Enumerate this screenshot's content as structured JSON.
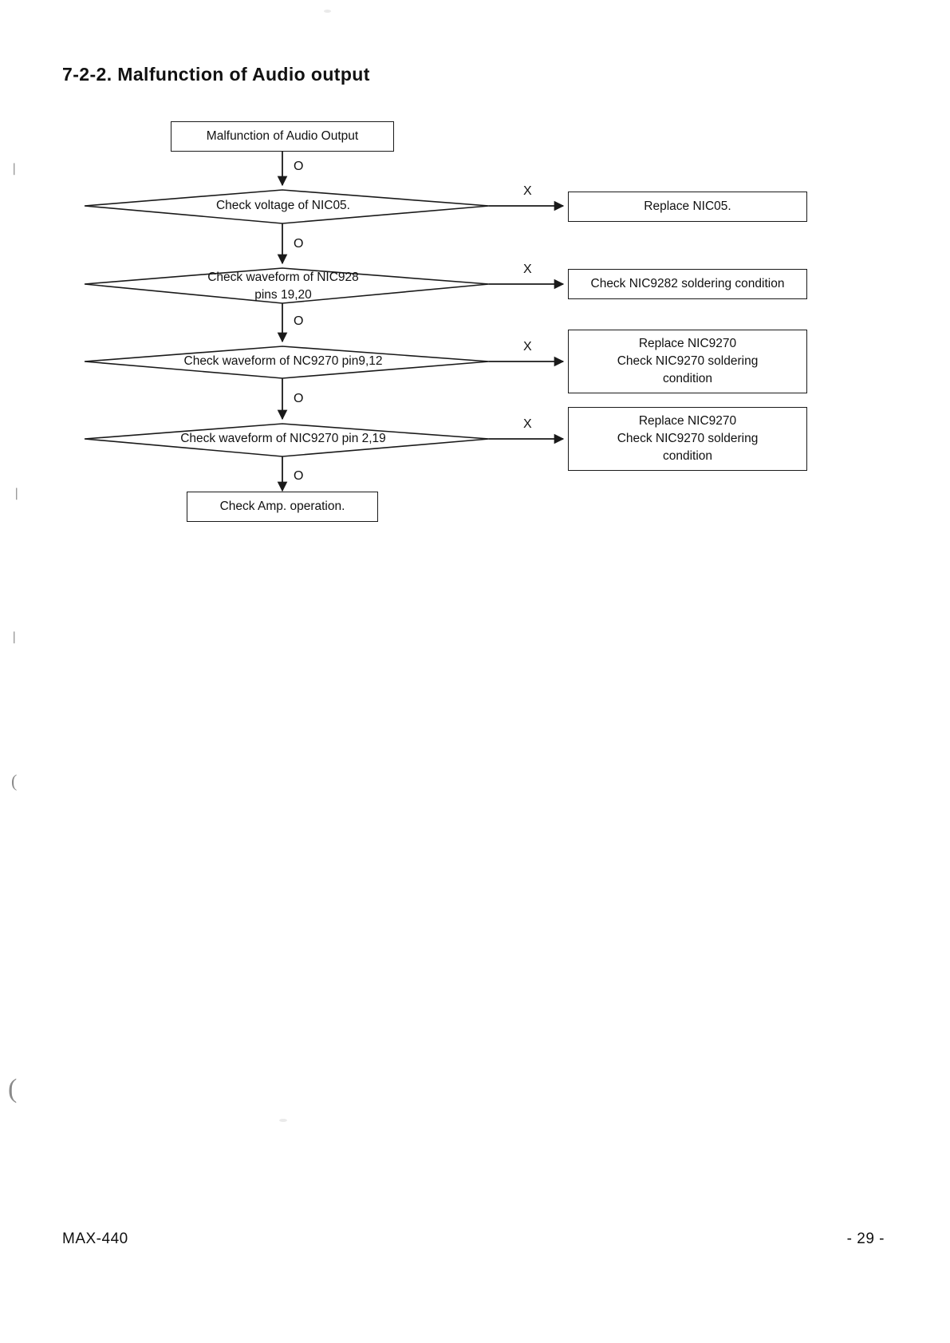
{
  "document": {
    "section_title": "7-2-2. Malfunction of Audio output",
    "footer_left": "MAX-440",
    "footer_right": "- 29 -"
  },
  "flowchart": {
    "yes_flag": "O",
    "no_flag": "X",
    "start": {
      "label": "Malfunction of Audio Output"
    },
    "end": {
      "label": "Check Amp. operation."
    },
    "steps": [
      {
        "decision": "Check voltage of NIC05.",
        "decision_line2": "",
        "down_flag": "O",
        "right_flag": "X",
        "result_line1": "Replace NIC05.",
        "result_line2": "",
        "result_line3": ""
      },
      {
        "decision": "Check waveform of NIC928",
        "decision_line2": "pins 19,20",
        "down_flag": "O",
        "right_flag": "X",
        "result_line1": "Check NIC9282 soldering condition",
        "result_line2": "",
        "result_line3": ""
      },
      {
        "decision": "Check waveform of NC9270 pin9,12",
        "decision_line2": "",
        "down_flag": "O",
        "right_flag": "X",
        "result_line1": "Replace NIC9270",
        "result_line2": "Check NIC9270 soldering",
        "result_line3": "condition"
      },
      {
        "decision": "Check waveform of NIC9270 pin 2,19",
        "decision_line2": "",
        "down_flag": "O",
        "right_flag": "X",
        "result_line1": "Replace NIC9270",
        "result_line2": "Check NIC9270 soldering",
        "result_line3": "condition"
      }
    ],
    "final_down_flag": "O"
  },
  "colors": {
    "ink": "#111111",
    "paper": "#ffffff"
  }
}
